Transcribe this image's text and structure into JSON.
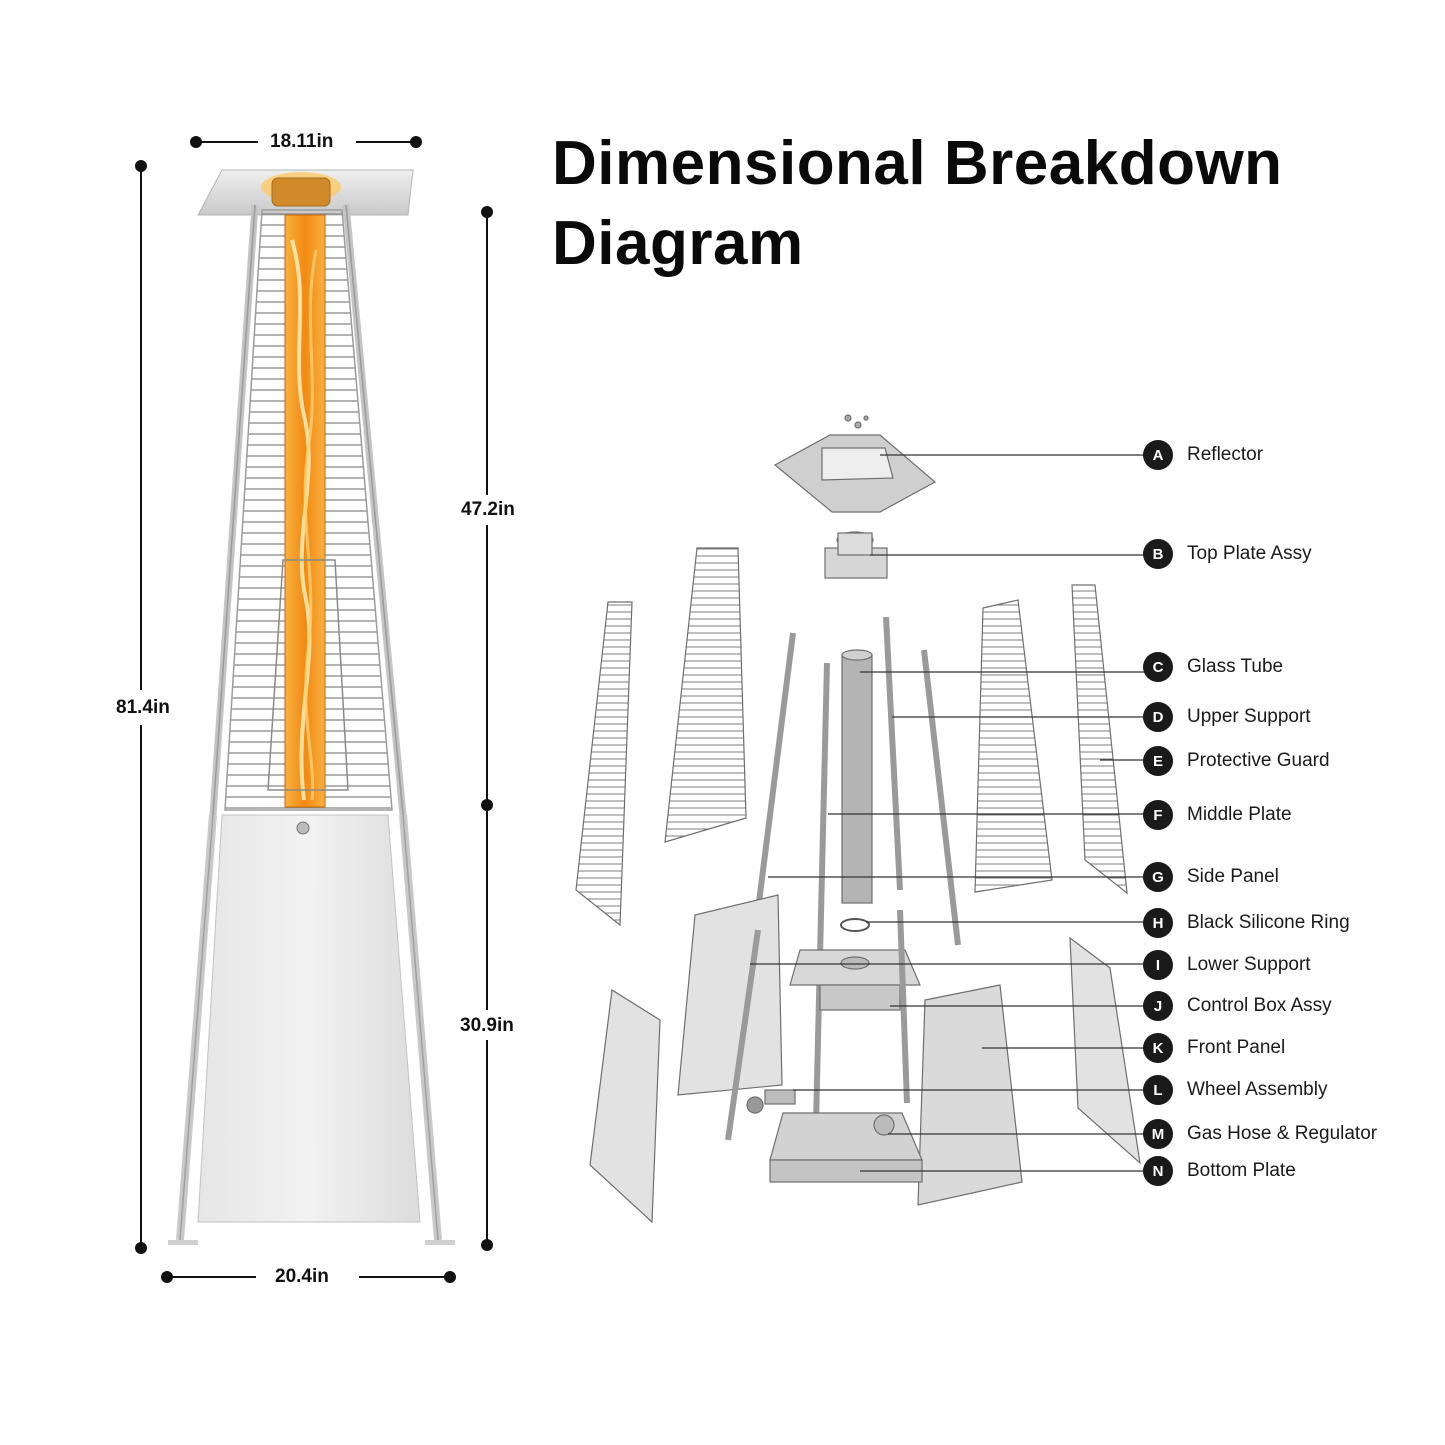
{
  "title": "Dimensional Breakdown Diagram",
  "dimensions": {
    "top_width": "18.11in",
    "total_height": "81.4in",
    "upper_height": "47.2in",
    "lower_height": "30.9in",
    "base_width": "20.4in"
  },
  "parts": [
    {
      "letter": "A",
      "name": "Reflector"
    },
    {
      "letter": "B",
      "name": "Top Plate Assy"
    },
    {
      "letter": "C",
      "name": "Glass Tube"
    },
    {
      "letter": "D",
      "name": "Upper Support"
    },
    {
      "letter": "E",
      "name": "Protective Guard"
    },
    {
      "letter": "F",
      "name": "Middle Plate"
    },
    {
      "letter": "G",
      "name": "Side Panel"
    },
    {
      "letter": "H",
      "name": "Black Silicone Ring"
    },
    {
      "letter": "I",
      "name": "Lower Support"
    },
    {
      "letter": "J",
      "name": "Control Box Assy"
    },
    {
      "letter": "K",
      "name": "Front Panel"
    },
    {
      "letter": "L",
      "name": "Wheel Assembly"
    },
    {
      "letter": "M",
      "name": "Gas Hose & Regulator"
    },
    {
      "letter": "N",
      "name": "Bottom Plate"
    }
  ],
  "colors": {
    "text": "#111111",
    "badge": "#1a1a1a",
    "steel": "#d8d8d8",
    "flame": "#f4a020"
  }
}
